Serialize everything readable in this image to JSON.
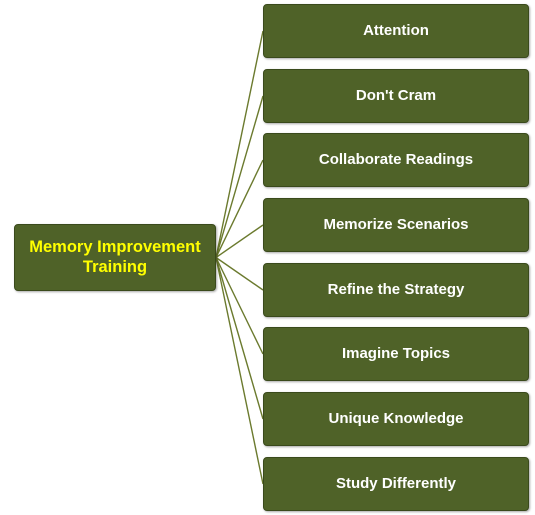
{
  "root": {
    "line1": "Memory Improvement",
    "line2": "Training"
  },
  "children": [
    "Attention",
    "Don't Cram",
    "Collaborate Readings",
    "Memorize Scenarios",
    "Refine the Strategy",
    "Imagine Topics",
    "Unique Knowledge",
    "Study Differently"
  ],
  "colors": {
    "box_fill": "#4f6228",
    "root_text": "#ffff00",
    "child_text": "#ffffff",
    "connector": "#6b7a2e"
  }
}
